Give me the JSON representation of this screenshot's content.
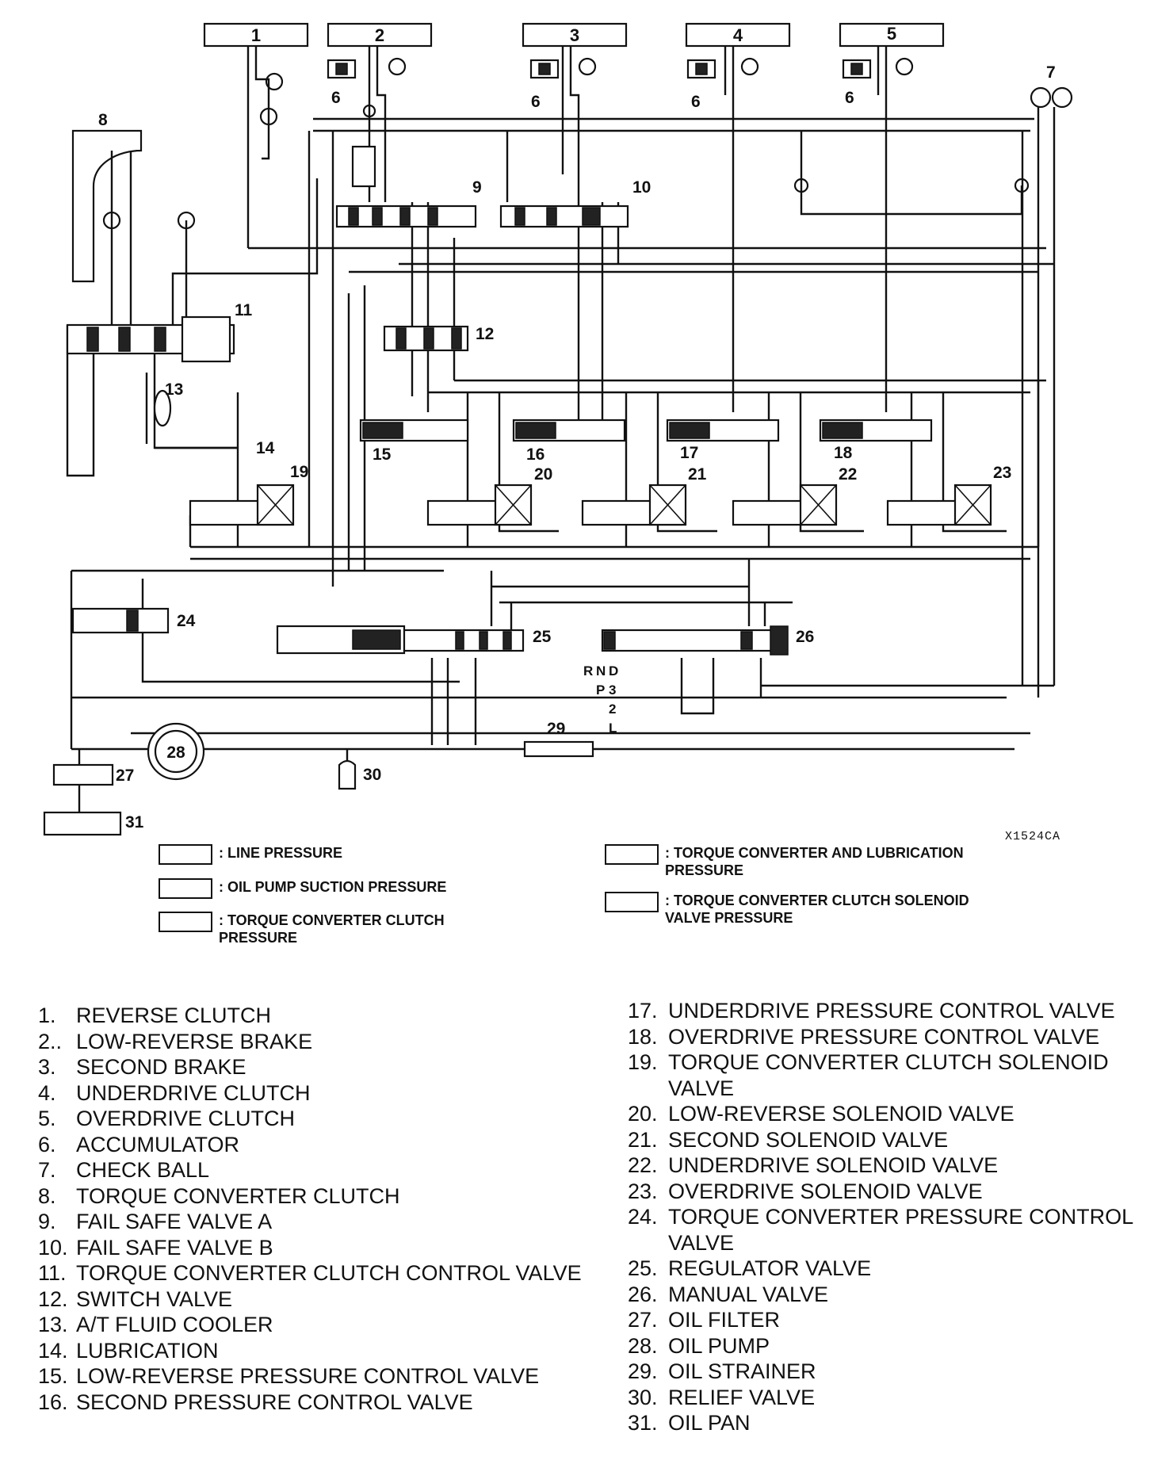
{
  "diagram": {
    "reference_code": "X1524CA",
    "top_boxes": [
      "1",
      "2",
      "3",
      "4",
      "5"
    ],
    "callouts": {
      "accumulator": "6",
      "check_ball": "7",
      "tcc": "8",
      "fail_safe_a": "9",
      "fail_safe_b": "10",
      "tcc_control": "11",
      "switch_valve": "12",
      "cooler": "13",
      "lubrication": "14",
      "lr_pcv": "15",
      "second_pcv": "16",
      "ud_pcv": "17",
      "od_pcv": "18",
      "tcc_sol": "19",
      "lr_sol": "20",
      "second_sol": "21",
      "ud_sol": "22",
      "od_sol": "23",
      "tc_pcv": "24",
      "regulator": "25",
      "manual": "26",
      "oil_filter": "27",
      "oil_pump": "28",
      "oil_strainer": "29",
      "relief": "30",
      "oil_pan": "31"
    },
    "shift_positions": {
      "r": "R",
      "n": "N",
      "d": "D",
      "p": "P",
      "three": "3",
      "two": "2",
      "l": "L"
    }
  },
  "legend": [
    {
      "text": ": LINE PRESSURE"
    },
    {
      "text": ": OIL PUMP SUCTION PRESSURE"
    },
    {
      "text": ": TORQUE CONVERTER CLUTCH\nPRESSURE"
    },
    {
      "text": ": TORQUE CONVERTER AND LUBRICATION\nPRESSURE"
    },
    {
      "text": ": TORQUE CONVERTER CLUTCH SOLENOID\nVALVE PRESSURE"
    }
  ],
  "parts_left": [
    {
      "n": "1.",
      "label": "REVERSE CLUTCH"
    },
    {
      "n": "2..",
      "label": "LOW-REVERSE BRAKE"
    },
    {
      "n": "3.",
      "label": "SECOND BRAKE"
    },
    {
      "n": "4.",
      "label": "UNDERDRIVE CLUTCH"
    },
    {
      "n": "5.",
      "label": "OVERDRIVE CLUTCH"
    },
    {
      "n": "6.",
      "label": "ACCUMULATOR"
    },
    {
      "n": "7.",
      "label": "CHECK BALL"
    },
    {
      "n": "8.",
      "label": "TORQUE CONVERTER CLUTCH"
    },
    {
      "n": "9.",
      "label": "FAIL SAFE VALVE A"
    },
    {
      "n": "10.",
      "label": "FAIL SAFE VALVE B"
    },
    {
      "n": "11.",
      "label": "TORQUE CONVERTER CLUTCH CONTROL VALVE"
    },
    {
      "n": "12.",
      "label": "SWITCH VALVE"
    },
    {
      "n": "13.",
      "label": "A/T FLUID COOLER"
    },
    {
      "n": "14.",
      "label": "LUBRICATION"
    },
    {
      "n": "15.",
      "label": "LOW-REVERSE PRESSURE CONTROL VALVE"
    },
    {
      "n": "16.",
      "label": "SECOND PRESSURE CONTROL VALVE"
    }
  ],
  "parts_right": [
    {
      "n": "17.",
      "label": "UNDERDRIVE PRESSURE CONTROL VALVE"
    },
    {
      "n": "18.",
      "label": "OVERDRIVE PRESSURE CONTROL VALVE"
    },
    {
      "n": "19.",
      "label": "TORQUE CONVERTER CLUTCH SOLENOID VALVE"
    },
    {
      "n": "20.",
      "label": "LOW-REVERSE SOLENOID VALVE"
    },
    {
      "n": "21.",
      "label": "SECOND SOLENOID VALVE"
    },
    {
      "n": "22.",
      "label": "UNDERDRIVE SOLENOID VALVE"
    },
    {
      "n": "23.",
      "label": "OVERDRIVE SOLENOID VALVE"
    },
    {
      "n": "24.",
      "label": "TORQUE CONVERTER PRESSURE CONTROL VALVE"
    },
    {
      "n": "25.",
      "label": "REGULATOR VALVE"
    },
    {
      "n": "26.",
      "label": "MANUAL VALVE"
    },
    {
      "n": "27.",
      "label": "OIL FILTER"
    },
    {
      "n": "28.",
      "label": "OIL PUMP"
    },
    {
      "n": "29.",
      "label": "OIL STRAINER"
    },
    {
      "n": "30.",
      "label": "RELIEF VALVE"
    },
    {
      "n": "31.",
      "label": "OIL PAN"
    }
  ]
}
